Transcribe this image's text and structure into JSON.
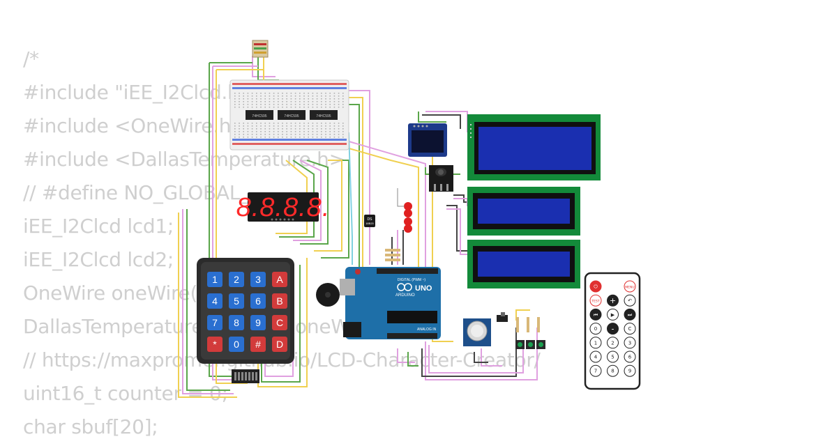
{
  "code_lines": [
    "/*",
    "#include \"iEE_I2Clcd.h\"",
    "#include <OneWire.h>",
    "#include <DallasTemperature.h>",
    "// #define NO_GLOBAL_...",
    "iEE_I2Clcd lcd1;",
    "iEE_I2Clcd lcd2;",
    "OneWire oneWire(...);",
    "DallasTemperature sensor(&oneWire);",
    "// https://maxpromer.github.io/LCD-Character-Creator/",
    "uint16_t counter = 0;",
    "char sbuf[20];"
  ],
  "keypad": {
    "keys": [
      [
        "1",
        "2",
        "3",
        "A"
      ],
      [
        "4",
        "5",
        "6",
        "B"
      ],
      [
        "7",
        "8",
        "9",
        "C"
      ],
      [
        "*",
        "0",
        "#",
        "D"
      ]
    ]
  },
  "seven_segment": {
    "display": "8.8.8.8."
  },
  "arduino": {
    "brand": "ARDUINO",
    "model": "UNO",
    "digital_label": "DIGITAL (PWM ~)",
    "analog_label": "ANALOG IN"
  },
  "sensor": {
    "name": "DS",
    "part": "18B20"
  },
  "shift_registers": [
    "74HC595",
    "74HC595",
    "74HC595"
  ],
  "remote": {
    "buttons": [
      [
        "power",
        "",
        "MENU"
      ],
      [
        "TEST",
        "+",
        "back"
      ],
      [
        "prev",
        "play",
        "next"
      ],
      [
        "0",
        "-",
        "C"
      ],
      [
        "1",
        "2",
        "3"
      ],
      [
        "4",
        "5",
        "6"
      ],
      [
        "7",
        "8",
        "9"
      ]
    ]
  },
  "colors": {
    "lcd_board": "#138a3a",
    "lcd_screen": "#1a2fb0",
    "arduino": "#1e6fa8",
    "keypad_blue": "#2a6fd0",
    "keypad_red": "#d23b3b",
    "code_text": "#cfcfcf",
    "led": "#e02020"
  },
  "icons": [
    "power-icon",
    "back-arrow-icon",
    "rewind-icon",
    "play-icon",
    "fast-forward-icon"
  ]
}
